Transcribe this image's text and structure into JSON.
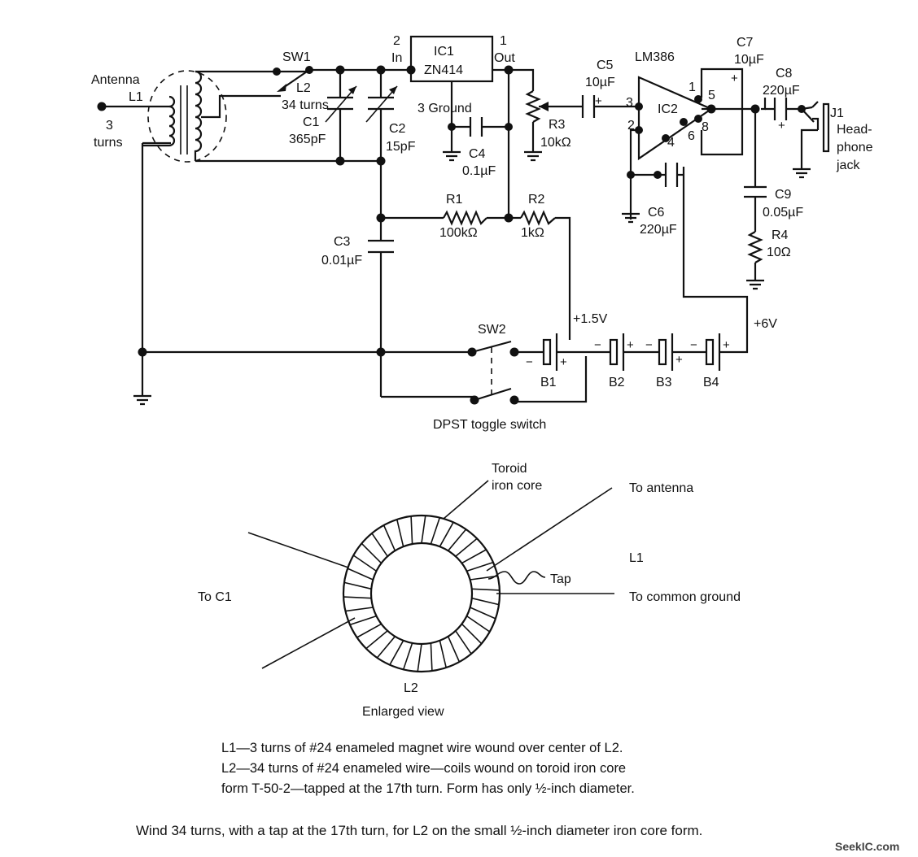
{
  "labels": {
    "antenna": "Antenna",
    "l1": "L1",
    "l1_turns_a": "3",
    "l1_turns_b": "turns",
    "sw1": "SW1",
    "l2": "L2",
    "l2_turns": "34 turns",
    "c1": "C1",
    "c1_val": "365pF",
    "c2": "C2",
    "c2_val": "15pF",
    "ic1": "IC1",
    "ic1_part": "ZN414",
    "pin2": "2",
    "pin_in": "In",
    "pin1": "1",
    "pin_out": "Out",
    "pin3_ground": "3 Ground",
    "c4": "C4",
    "c4_val": "0.1µF",
    "r3": "R3",
    "r3_val": "10kΩ",
    "c5": "C5",
    "c5_val": "10µF",
    "lm386": "LM386",
    "ic2": "IC2",
    "p3": "3",
    "p2": "2",
    "p4": "4",
    "p6": "6",
    "p1": "1",
    "p5": "5",
    "p8": "8",
    "c7": "C7",
    "c7_val": "10µF",
    "c8": "C8",
    "c8_val": "220µF",
    "j1": "J1",
    "jack_a": "Head-",
    "jack_b": "phone",
    "jack_c": "jack",
    "c6": "C6",
    "c6_val": "220µF",
    "c9": "C9",
    "c9_val": "0.05µF",
    "r4": "R4",
    "r4_val": "10Ω",
    "r1": "R1",
    "r1_val": "100kΩ",
    "r2": "R2",
    "r2_val": "1kΩ",
    "c3": "C3",
    "c3_val": "0.01µF",
    "sw2": "SW2",
    "v15": "+1.5V",
    "v6": "+6V",
    "b1": "B1",
    "b2": "B2",
    "b3": "B3",
    "b4": "B4",
    "dpst": "DPST  toggle switch",
    "plus": "+",
    "minus": "−"
  },
  "toroid": {
    "core_a": "Toroid",
    "core_b": "iron core",
    "to_antenna": "To antenna",
    "l1": "L1",
    "tap": "Tap",
    "to_ground": "To common ground",
    "to_c1": "To C1",
    "l2": "L2",
    "view": "Enlarged view"
  },
  "notes": {
    "line1": "L1—3 turns of #24 enameled magnet wire wound over center of L2.",
    "line2": "L2—34 turns of #24 enameled wire—coils wound on toroid iron core",
    "line3": "form T-50-2—tapped at the 17th turn. Form has only ½-inch diameter."
  },
  "caption": "Wind 34 turns, with a tap at the 17th turn, for L2 on the small ½-inch diameter iron core form.",
  "watermark": "SeekIC.com"
}
